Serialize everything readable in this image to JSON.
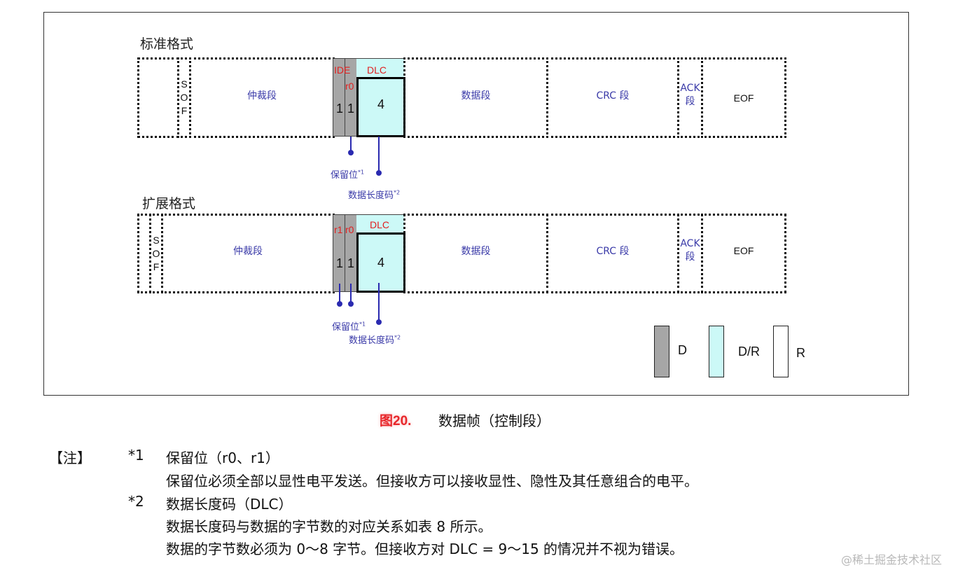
{
  "standard": {
    "title": "标准格式",
    "sof": [
      "S",
      "O",
      "F"
    ],
    "arbitration": "仲裁段",
    "ide": "IDE",
    "r0": "r0",
    "dlc": "DLC",
    "bit1": "1",
    "bit2": "1",
    "dlc_bits": "4",
    "data": "数据段",
    "crc": "CRC 段",
    "ack": [
      "ACK",
      "段"
    ],
    "eof": "EOF",
    "reserved": "保留位",
    "reserved_sup": "*1",
    "dlc_note": "数据长度码",
    "dlc_sup": "*2"
  },
  "extended": {
    "title": "扩展格式",
    "sof": [
      "S",
      "O",
      "F"
    ],
    "arbitration": "仲裁段",
    "r1": "r1",
    "r0": "r0",
    "dlc": "DLC",
    "bit1": "1",
    "bit2": "1",
    "dlc_bits": "4",
    "data": "数据段",
    "crc": "CRC 段",
    "ack": [
      "ACK",
      "段"
    ],
    "eof": "EOF",
    "reserved": "保留位",
    "reserved_sup": "*1",
    "dlc_note": "数据长度码",
    "dlc_sup": "*2"
  },
  "legend": {
    "d": "D",
    "dr": "D/R",
    "r": "R",
    "colors": {
      "d": "#a6a6a6",
      "dr": "#ccf9f7",
      "r": "#ffffff"
    }
  },
  "caption": {
    "fig": "图20.",
    "text": "数据帧（控制段）"
  },
  "notes": {
    "label": "【注】",
    "n1_mark": "*1",
    "n1_title": "保留位（r0、r1）",
    "n1_body": "保留位必须全部以显性电平发送。但接收方可以接收显性、隐性及其任意组合的电平。",
    "n2_mark": "*2",
    "n2_title": "数据长度码（DLC）",
    "n2_body1": "数据长度码与数据的字节数的对应关系如表 8 所示。",
    "n2_body2": "数据的字节数必须为 0～8 字节。但接收方对 DLC = 9～15 的情况并不视为错误。"
  },
  "watermark": "@稀土掘金技术社区"
}
